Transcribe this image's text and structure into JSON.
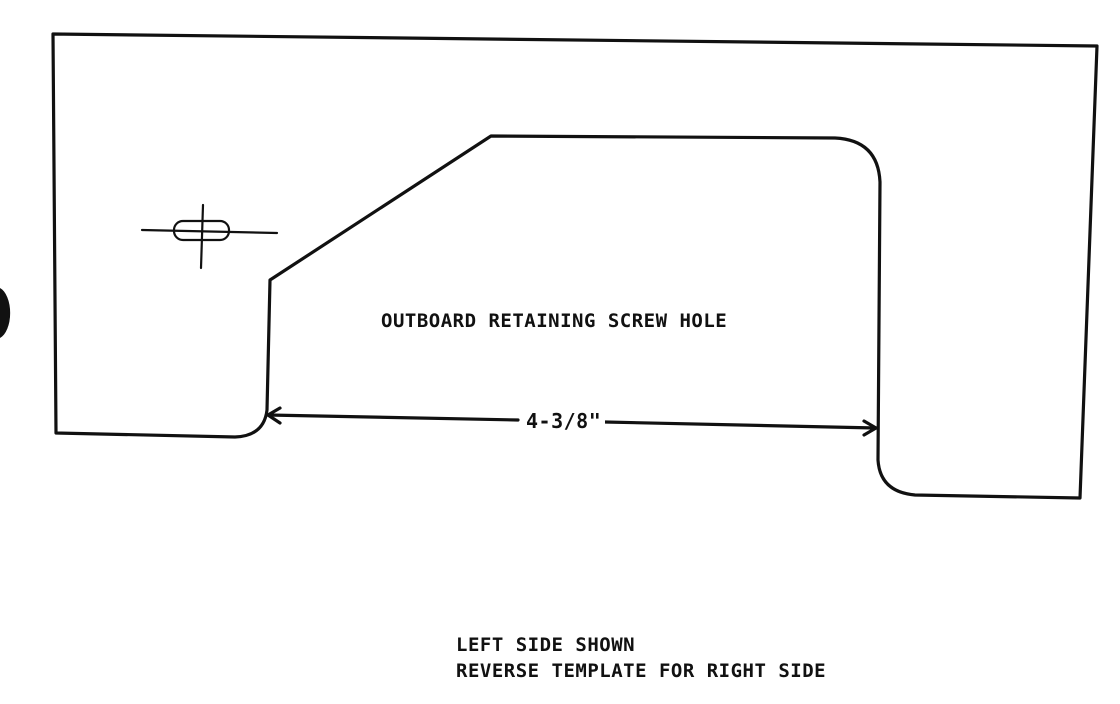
{
  "diagram": {
    "hole_label": "OUTBOARD RETAINING SCREW HOLE",
    "dimension_label": "4-3/8\"",
    "notes": [
      "LEFT SIDE SHOWN",
      "REVERSE TEMPLATE FOR RIGHT SIDE"
    ]
  },
  "colors": {
    "ink": "#111111",
    "paper": "#ffffff"
  }
}
